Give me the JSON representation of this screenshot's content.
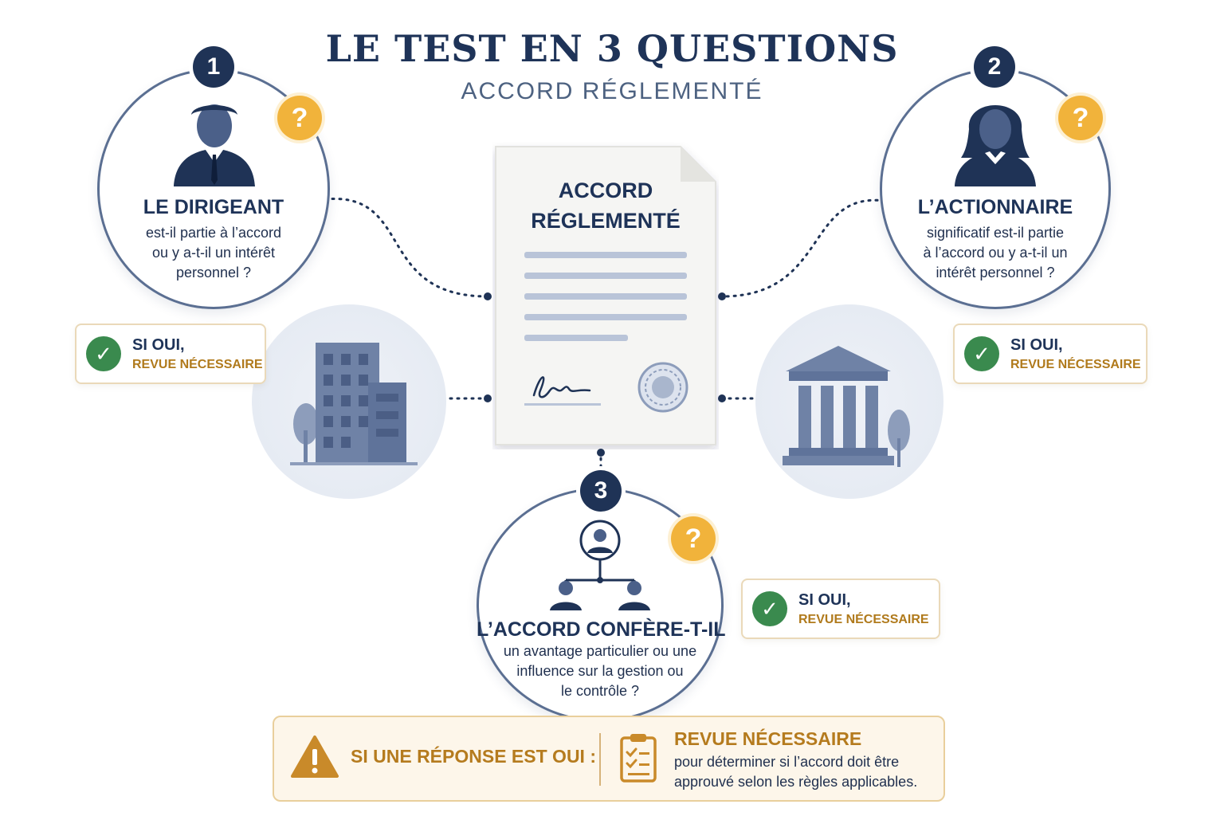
{
  "title": "LE TEST EN 3 QUESTIONS",
  "subtitle": "ACCORD RÉGLEMENTÉ",
  "document": {
    "title_line1": "ACCORD",
    "title_line2": "RÉGLEMENTÉ"
  },
  "questions": [
    {
      "number": "1",
      "mark": "?",
      "title": "LE DIRIGEANT",
      "text": [
        "est-il partie à l’accord",
        "ou y a-t-il un intérêt",
        "personnel ?"
      ],
      "icon": "man-icon"
    },
    {
      "number": "2",
      "mark": "?",
      "title": "L’ACTIONNAIRE",
      "text": [
        "significatif est-il partie",
        "à l’accord ou y a-t-il un",
        "intérêt personnel ?"
      ],
      "icon": "woman-icon"
    },
    {
      "number": "3",
      "mark": "?",
      "title": "L’ACCORD CONFÈRE-T-IL",
      "text": [
        "un avantage particulier ou une",
        "influence sur la gestion ou",
        "le contrôle ?"
      ],
      "icon": "org-chart-icon"
    }
  ],
  "yes_boxes": [
    {
      "line1": "SI OUI,",
      "line2": "REVUE NÉCESSAIRE"
    },
    {
      "line1": "SI OUI,",
      "line2": "REVUE NÉCESSAIRE"
    },
    {
      "line1": "SI OUI,",
      "line2": "REVUE NÉCESSAIRE"
    }
  ],
  "bottom": {
    "warning": "SI UNE RÉPONSE EST OUI :",
    "review_title": "REVUE NÉCESSAIRE",
    "review_text": [
      "pour déterminer si l’accord doit être",
      "approuvé selon les règles applicables."
    ]
  },
  "colors": {
    "navy": "#1f3356",
    "slate": "#5b6f92",
    "gold": "#b57b1e",
    "question_mark": "#f1b33b",
    "check": "#3a8a4e"
  }
}
